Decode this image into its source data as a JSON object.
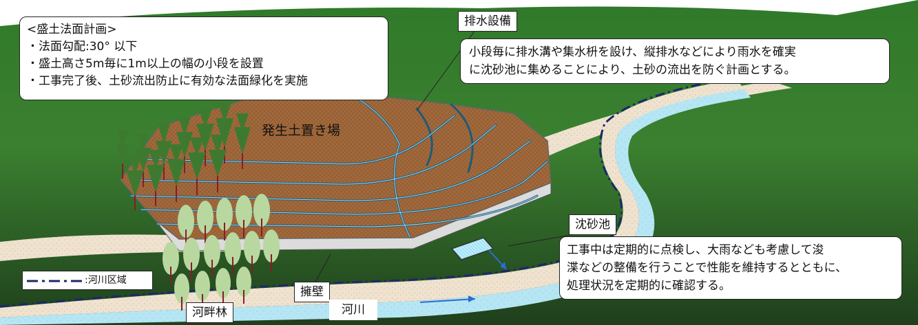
{
  "plan": {
    "title": "<盛土法面計画>",
    "items": [
      "・法面勾配:30° 以下",
      "・盛土高さ5m毎に1m以上の幅の小段を設置",
      "・工事完了後、土砂流出防止に有効な法面緑化を実施"
    ]
  },
  "drainage": {
    "label": "排水設備",
    "description": [
      "小段毎に排水溝や集水枡を設け、縦排水などにより雨水を確実",
      "に沈砂池に集めることにより、土砂の流出を防ぐ計画とする。"
    ]
  },
  "site": {
    "label": "発生土置き場"
  },
  "pond": {
    "label": "沈砂池",
    "description": [
      "工事中は定期的に点検し、大雨なども考慮して浚",
      "渫などの整備を行うことで性能を維持するとともに、",
      "処理状況を定期的に確認する。"
    ]
  },
  "retaining_wall": {
    "label": "擁壁"
  },
  "riparian_forest": {
    "label": "河畔林"
  },
  "river": {
    "label": "河川"
  },
  "legend": {
    "river_area": ":河川区域"
  },
  "colors": {
    "ground_green": "#3c7a2c",
    "soil": "#a0643a",
    "water": "#a8e2f0",
    "channel": "#2a6a8a",
    "tree_dark": "#3d7a30",
    "tree_light": "#b8d8a0",
    "boundary_line": "#1a2a6a"
  }
}
